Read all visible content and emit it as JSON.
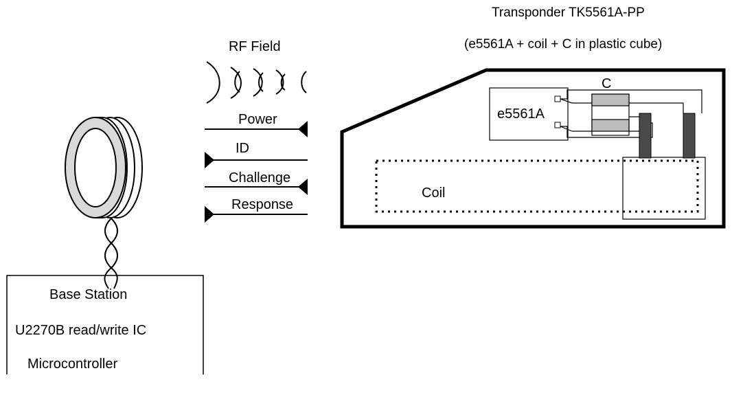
{
  "transponder": {
    "title": "Transponder TK5561A-PP",
    "subtitle": "(e5561A + coil + C in plastic cube)",
    "chip_label": "e5561A",
    "capacitor_label": "C",
    "coil_label": "Coil"
  },
  "rf": {
    "field_label": "RF Field",
    "signals": [
      "Power",
      "ID",
      "Challenge",
      "Response"
    ]
  },
  "base_station": {
    "title": "Base Station",
    "line1": "U2270B read/write IC",
    "line2": "Microcontroller"
  }
}
